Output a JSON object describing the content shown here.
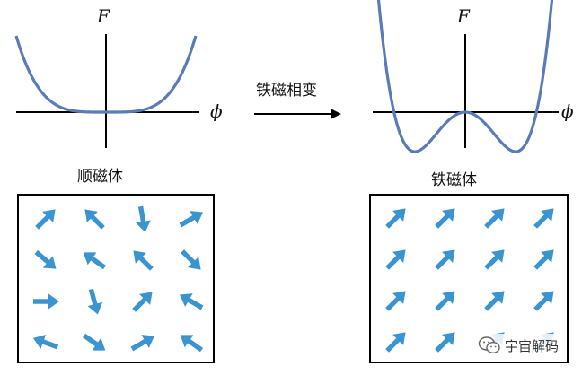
{
  "left_panel": {
    "y_axis_label": "F",
    "x_axis_label": "ϕ",
    "caption": "顺磁体",
    "curve": "single_well",
    "spin_angles_deg": [
      [
        -45,
        -135,
        80,
        -30
      ],
      [
        40,
        -145,
        -135,
        45
      ],
      [
        0,
        75,
        -45,
        -150
      ],
      [
        -160,
        35,
        -30,
        -145
      ]
    ]
  },
  "right_panel": {
    "y_axis_label": "F",
    "x_axis_label": "ϕ",
    "caption": "铁磁体",
    "curve": "double_well",
    "spin_angles_deg": [
      [
        -45,
        -45,
        -45,
        -45
      ],
      [
        -45,
        -45,
        -45,
        -45
      ],
      [
        -45,
        -45,
        -45,
        -45
      ],
      [
        -45,
        -45,
        -45,
        -45
      ]
    ]
  },
  "transition": {
    "label": "铁磁相变"
  },
  "watermark": {
    "text": "宇宙解码",
    "icon": "wechat-icon"
  },
  "colors": {
    "curve": "#5a7ab8",
    "arrow": "#3a94d0",
    "line": "#000000"
  }
}
